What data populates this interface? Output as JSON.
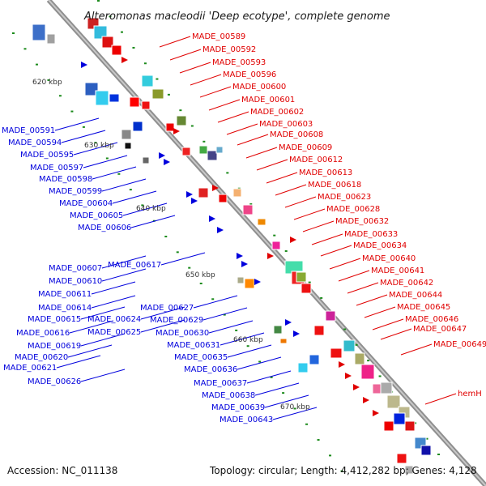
{
  "title": "Alteromonas macleodii 'Deep ecotype', complete genome",
  "footer": {
    "accession": "Accession: NC_011138",
    "summary": "Topology: circular; Length: 4,412,282 bp; Genes: 4,128"
  },
  "colors": {
    "forward": "#e00000",
    "reverse": "#0000dd",
    "backbone": "#9a9a9a",
    "kbp_tick": "#1a8a1a"
  },
  "kbp_marks": [
    "620 kbp",
    "630 kbp",
    "640 kbp",
    "650 kbp",
    "660 kbp",
    "670 kbp"
  ],
  "forward_labels": [
    "MADE_00589",
    "MADE_00592",
    "MADE_00593",
    "MADE_00596",
    "MADE_00600",
    "MADE_00601",
    "MADE_00602",
    "MADE_00603",
    "MADE_00608",
    "MADE_00609",
    "MADE_00612",
    "MADE_00613",
    "MADE_00618",
    "MADE_00623",
    "MADE_00628",
    "MADE_00632",
    "MADE_00633",
    "MADE_00634",
    "MADE_00640",
    "MADE_00641",
    "MADE_00642",
    "MADE_00644",
    "MADE_00645",
    "MADE_00646",
    "MADE_00647",
    "MADE_00649",
    "hemH"
  ],
  "reverse_labels": [
    "MADE_00591",
    "MADE_00594",
    "MADE_00595",
    "MADE_00597",
    "MADE_00598",
    "MADE_00599",
    "MADE_00604",
    "MADE_00605",
    "MADE_00606",
    "MADE_00607",
    "MADE_00617",
    "MADE_00610",
    "MADE_00611",
    "MADE_00614",
    "MADE_00615",
    "MADE_00616",
    "MADE_00619",
    "MADE_00620",
    "MADE_00621",
    "MADE_00624",
    "MADE_00625",
    "MADE_00626",
    "MADE_00627",
    "MADE_00629",
    "MADE_00630",
    "MADE_00631",
    "MADE_00635",
    "MADE_00636",
    "MADE_00637",
    "MADE_00638",
    "MADE_00639",
    "MADE_00643"
  ]
}
